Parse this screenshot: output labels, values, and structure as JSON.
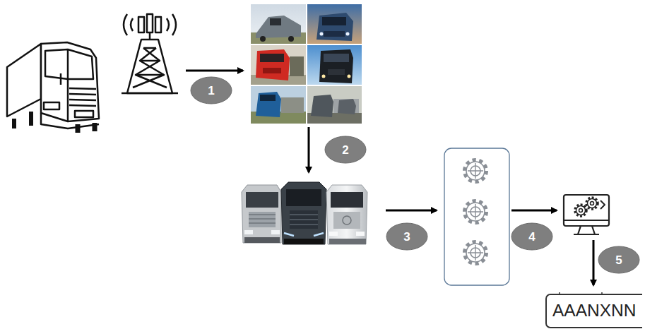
{
  "diagram": {
    "nodes": [
      {
        "text": [
          "AAANXNN"
        ]
      }
    ],
    "labels": [
      "1",
      "2",
      "3",
      "4",
      "5"
    ]
  }
}
